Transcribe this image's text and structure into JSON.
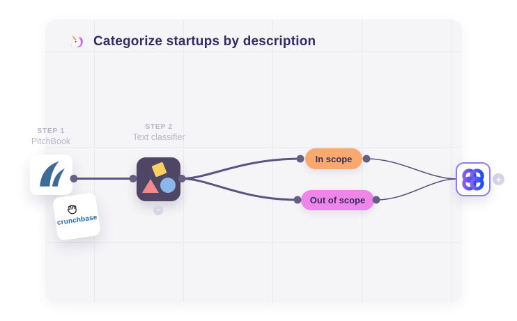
{
  "header": {
    "title": "Categorize startups by description",
    "icon": "unicorn-icon"
  },
  "steps": {
    "step1": {
      "label": "STEP 1",
      "name": "PitchBook"
    },
    "step2": {
      "label": "STEP 2",
      "name": "Text classifier"
    }
  },
  "nodes": {
    "pitchbook": {
      "icon": "pitchbook-logo-icon"
    },
    "crunchbase": {
      "label": "crunchbase",
      "icon": "grab-hand-icon"
    },
    "classifier": {
      "icon": "shapes-classifier-icon",
      "remove_label": "−"
    },
    "output": {
      "icon": "knot-logo-icon",
      "add_label": "+"
    }
  },
  "categories": {
    "in_scope": {
      "label": "In scope",
      "color": "#f9a96e"
    },
    "out_scope": {
      "label": "Out of scope",
      "color": "#ee86ea"
    }
  },
  "colors": {
    "canvas_bg": "#f5f5f7",
    "grid_line": "#e9e9ee",
    "title_text": "#322c66",
    "caption_text": "#b9b6c9",
    "edge": "#5c5382",
    "port_dot": "#665e83",
    "classifier_node": "#4e4664",
    "output_border": "#8b7cf0",
    "pitchbook_blue": "#3e6a96",
    "crunchbase_blue": "#2368aa",
    "shape_yellow": "#f8d05e",
    "shape_pink": "#f28a8c",
    "shape_blue": "#8cb6ea",
    "button_lavender": "#d8d4e7"
  }
}
